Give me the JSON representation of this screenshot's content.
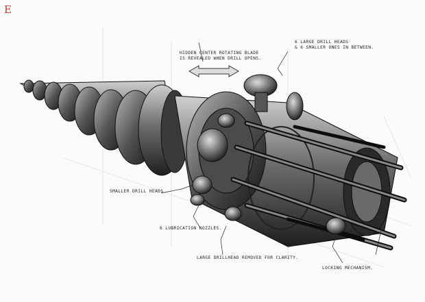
{
  "sheet": {
    "corner_letter": "E"
  },
  "annotations": {
    "hidden_blade": {
      "line1": "HIDDEN CENTER ROTATING BLADE",
      "line2": "IS REVEALED WHEN DRILL OPENS."
    },
    "drill_heads": {
      "line1": "6 LARGE DRILL HEADS",
      "line2": "& 6 SMALLER ONES IN BETWEEN."
    },
    "smaller_heads": "SMALLER DRILL HEADS",
    "lubrication": "6 LUBRICATION NOZZLES.",
    "large_drillhead": "LARGE DRILLHEAD REMOVED FOR CLARITY.",
    "locking": "LOCKING MECHANISM."
  },
  "icons": [
    "spiral-drill-bit-icon",
    "drill-head-icon",
    "double-arrow-icon"
  ]
}
